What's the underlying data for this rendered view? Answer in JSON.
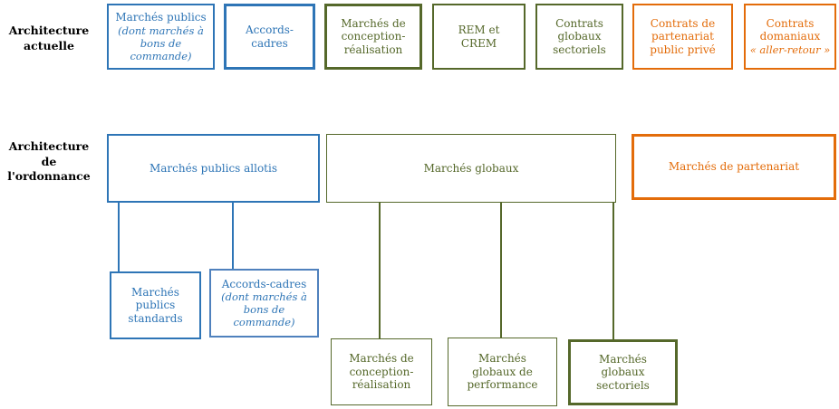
{
  "colors": {
    "blue": "#2E75B6",
    "blue_light": "#4F81BD",
    "olive": "#55682A",
    "orange": "#E36C0A",
    "label_text": "#000000",
    "background": "#FFFFFF"
  },
  "row_labels": {
    "current": "Architecture\nactuelle",
    "ordinance": "Architecture\nde\nl'ordonnance"
  },
  "current_row": {
    "boxes": [
      {
        "label": "Marchés publics",
        "sublabel": "(dont marchés à\nbons de\ncommande)"
      },
      {
        "label": "Accords-\ncadres"
      },
      {
        "label": "Marchés de\nconception-\nréalisation"
      },
      {
        "label": "REM et\nCREM"
      },
      {
        "label": "Contrats\nglobaux\nsectoriels"
      },
      {
        "label": "Contrats de\npartenariat\npublic privé"
      },
      {
        "label": "Contrats\ndomaniaux",
        "sublabel": "« aller-retour »"
      }
    ]
  },
  "ordinance_row": {
    "parents": [
      {
        "label": "Marchés publics allotis"
      },
      {
        "label": "Marchés globaux"
      },
      {
        "label": "Marchés de partenariat"
      }
    ],
    "blue_children": [
      {
        "label": "Marchés\npublics\nstandards"
      },
      {
        "label": "Accords-cadres",
        "sublabel": "(dont marchés à\nbons de commande)"
      }
    ],
    "green_children": [
      {
        "label": "Marchés de\nconception-\nréalisation"
      },
      {
        "label": "Marchés\nglobaux de\nperformance"
      },
      {
        "label": "Marchés\nglobaux\nsectoriels"
      }
    ]
  }
}
